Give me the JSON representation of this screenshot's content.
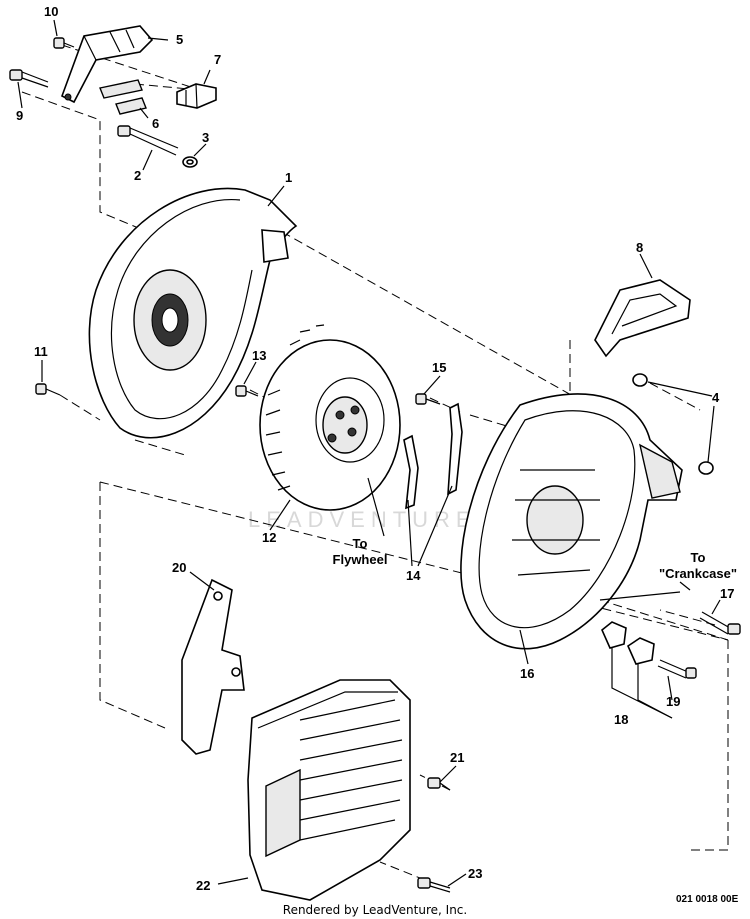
{
  "labels": {
    "p1": "1",
    "p2": "2",
    "p3": "3",
    "p4": "4",
    "p5": "5",
    "p6": "6",
    "p7": "7",
    "p8": "8",
    "p9": "9",
    "p10": "10",
    "p11": "11",
    "p12": "12",
    "p13": "13",
    "p14": "14",
    "p15": "15",
    "p16": "16",
    "p17": "17",
    "p18": "18",
    "p19": "19",
    "p20": "20",
    "p21": "21",
    "p22": "22",
    "p23": "23"
  },
  "notes": {
    "to_flywheel_1": "To",
    "to_flywheel_2": "Flywheel",
    "to_crankcase_1": "To",
    "to_crankcase_2": "\"Crankcase\""
  },
  "watermark": "LEADVENTURE",
  "diagram_code": "021 0018 00E",
  "footer": "Rendered by LeadVenture, Inc."
}
